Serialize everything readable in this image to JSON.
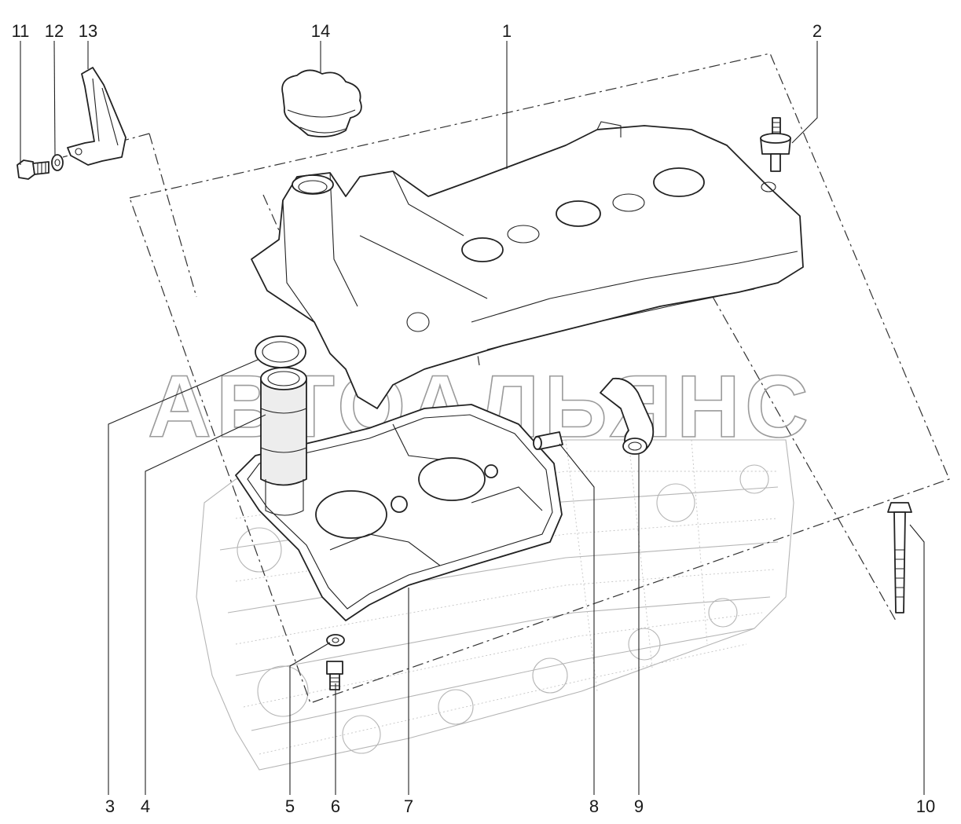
{
  "diagram": {
    "watermark": "АВТОАЛЬЯНС",
    "callouts": [
      {
        "id": "1",
        "label": "1"
      },
      {
        "id": "2",
        "label": "2"
      },
      {
        "id": "3",
        "label": "3"
      },
      {
        "id": "4",
        "label": "4"
      },
      {
        "id": "5",
        "label": "5"
      },
      {
        "id": "6",
        "label": "6"
      },
      {
        "id": "7",
        "label": "7"
      },
      {
        "id": "8",
        "label": "8"
      },
      {
        "id": "9",
        "label": "9"
      },
      {
        "id": "10",
        "label": "10"
      },
      {
        "id": "11",
        "label": "11"
      },
      {
        "id": "12",
        "label": "12"
      },
      {
        "id": "13",
        "label": "13"
      },
      {
        "id": "14",
        "label": "14"
      }
    ]
  }
}
